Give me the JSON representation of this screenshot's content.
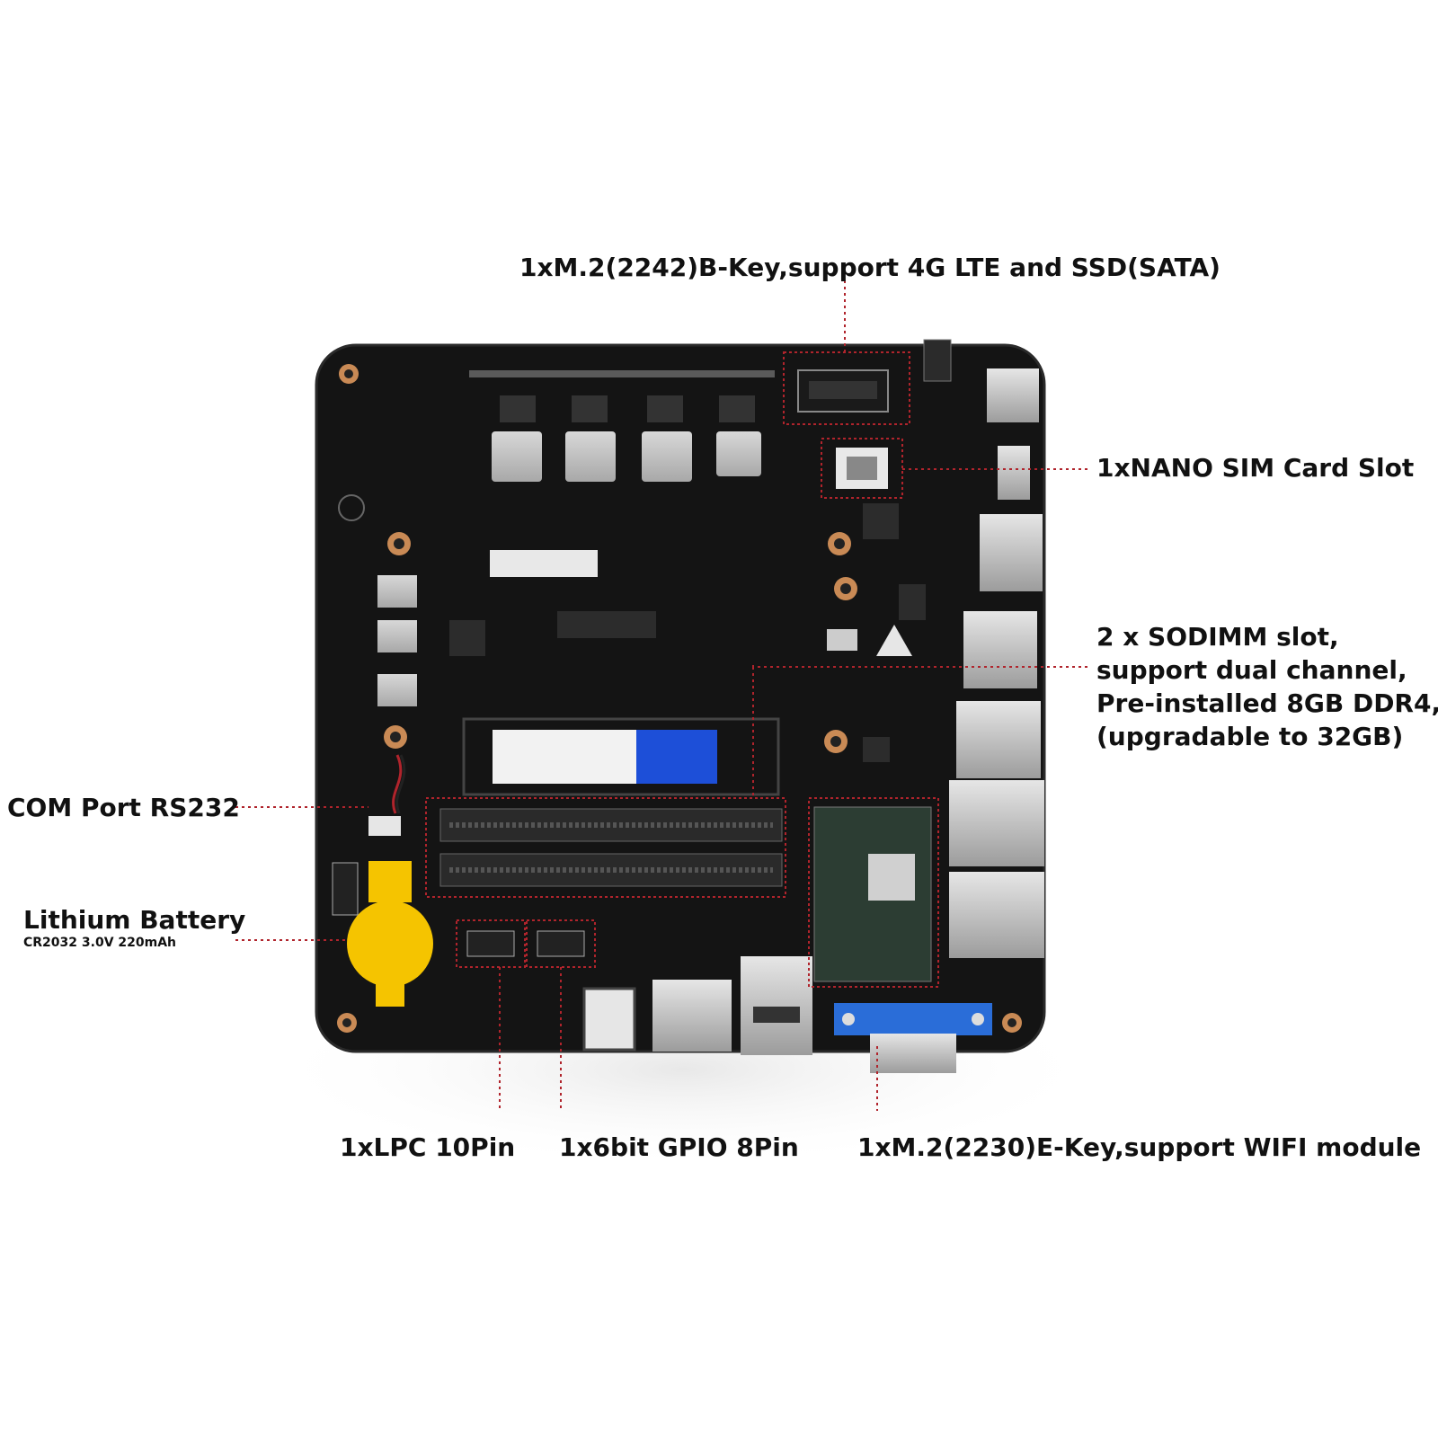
{
  "colors": {
    "board": "#141414",
    "board_edge": "#2a2a2a",
    "leader": "#b0242c",
    "battery": "#f5c400",
    "ram_label_white": "#f2f2f2",
    "ram_label_blue": "#1d4fd8",
    "vga_blue": "#2a6dd8",
    "port_silver": "#c8c8c8",
    "copper": "#c98a55"
  },
  "labels": {
    "m2_bkey": "1xM.2(2242)B-Key,support 4G LTE and SSD(SATA)",
    "nano_sim": "1xNANO SIM Card Slot",
    "sodimm_1": "2 x SODIMM slot,",
    "sodimm_2": "support dual channel,",
    "sodimm_3": "Pre-installed 8GB DDR4,",
    "sodimm_4": "(upgradable to 32GB)",
    "com_port": "COM Port RS232",
    "battery": "Lithium Battery",
    "battery_spec": "CR2032 3.0V 220mAh",
    "lpc": "1xLPC 10Pin",
    "gpio": "1x6bit GPIO 8Pin",
    "m2_ekey": "1xM.2(2230)E-Key,support WIFI module"
  }
}
